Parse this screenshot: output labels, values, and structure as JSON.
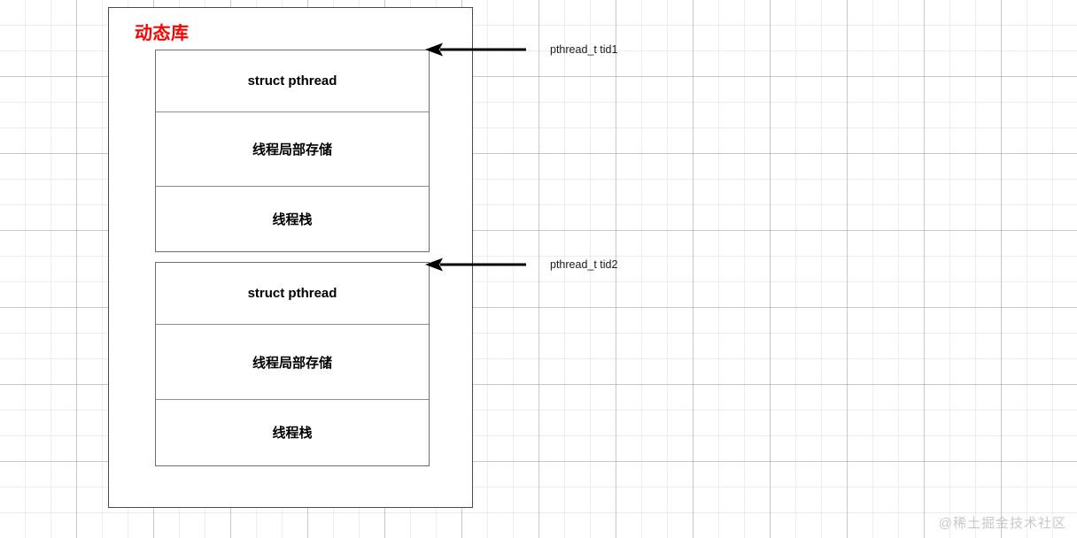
{
  "diagram": {
    "title": "动态库",
    "title_color": "#ff0000",
    "container_border_color": "#4a4a4a",
    "thread_blocks": [
      {
        "name": "thread-1",
        "sections": [
          {
            "label": "struct pthread"
          },
          {
            "label": "线程局部存储"
          },
          {
            "label": "线程栈"
          }
        ]
      },
      {
        "name": "thread-2",
        "sections": [
          {
            "label": "struct pthread"
          },
          {
            "label": "线程局部存储"
          },
          {
            "label": "线程栈"
          }
        ]
      }
    ],
    "pointers": [
      {
        "label": "pthread_t tid1",
        "icon": "arrow-left-icon"
      },
      {
        "label": "pthread_t tid2",
        "icon": "arrow-left-icon"
      }
    ],
    "watermark": "@稀土掘金技术社区"
  }
}
